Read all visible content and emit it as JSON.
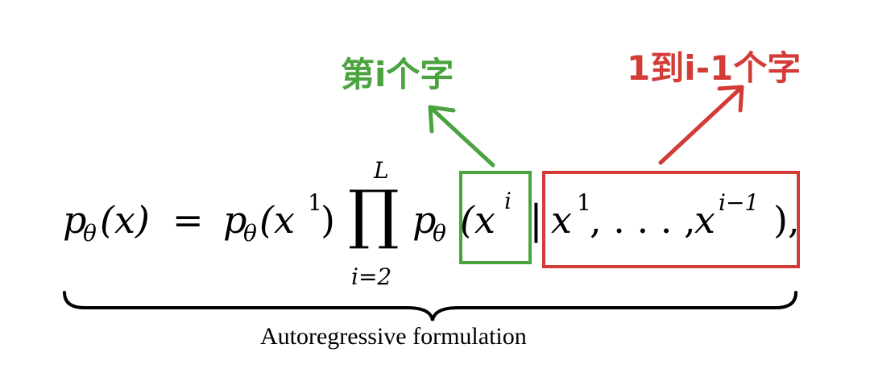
{
  "annotations": {
    "green_label": "第i个字",
    "red_label": "1到i-1个字",
    "green_color": "#4aa33f",
    "red_color": "#d23b36"
  },
  "formula": {
    "lhs_p": "p",
    "lhs_theta": "θ",
    "lhs_arg": "(x)",
    "equals": "=",
    "p1_p": "p",
    "p1_theta": "θ",
    "p1_open": "(x",
    "p1_sup": "1",
    "p1_close": ")",
    "prod": "∏",
    "prod_upper": "L",
    "prod_lower": "i=2",
    "p2_p": "p",
    "p2_theta": "θ",
    "p2_open": "(x",
    "p2_sup": "i",
    "bar": "|",
    "cond_x1": "x",
    "cond_x1_sup": "1",
    "cond_dots": ", . . . , ",
    "cond_xi": "x",
    "cond_xi_sup": "i−1",
    "close": "),"
  },
  "caption": "Autoregressive formulation"
}
